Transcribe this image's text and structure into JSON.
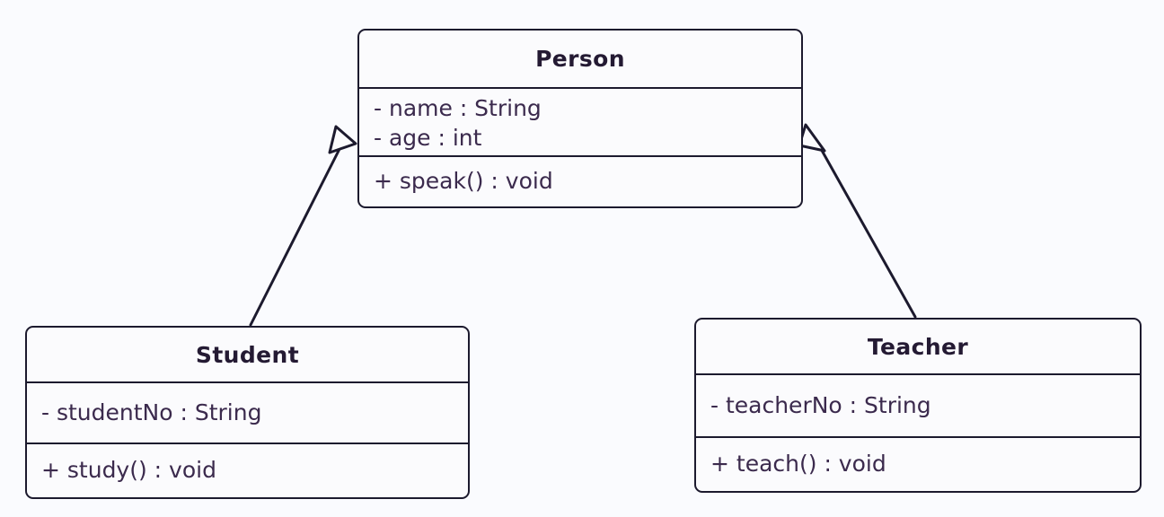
{
  "diagram": {
    "type": "uml-class-diagram",
    "background_color": "#fafbfe",
    "border_color": "#1c1a2e",
    "title_text_color": "#241a33",
    "member_text_color": "#3b2a4d",
    "classes": [
      {
        "id": "person",
        "name": "Person",
        "attributes": [
          "- name : String",
          "- age : int"
        ],
        "operations": [
          "+ speak() : void"
        ]
      },
      {
        "id": "student",
        "name": "Student",
        "attributes": [
          "- studentNo : String"
        ],
        "operations": [
          "+ study() : void"
        ]
      },
      {
        "id": "teacher",
        "name": "Teacher",
        "attributes": [
          "- teacherNo : String"
        ],
        "operations": [
          "+ teach() : void"
        ]
      }
    ],
    "relationships": [
      {
        "id": "student-extends-person",
        "kind": "generalization",
        "from": "Student",
        "to": "Person",
        "arrowhead": "hollow-triangle"
      },
      {
        "id": "teacher-extends-person",
        "kind": "generalization",
        "from": "Teacher",
        "to": "Person",
        "arrowhead": "hollow-triangle"
      }
    ]
  }
}
